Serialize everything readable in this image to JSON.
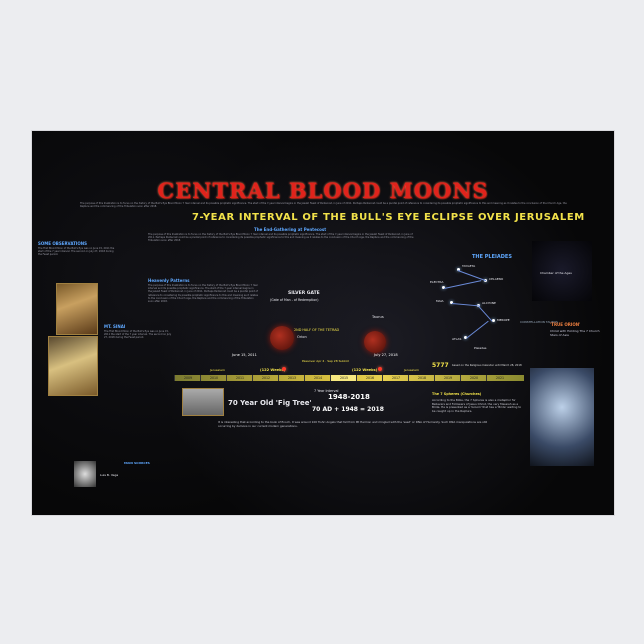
{
  "title": "CENTRAL BLOOD MOONS",
  "subtitle": "7-YEAR INTERVAL OF THE BULL'S EYE ECLIPSE OVER JERUSALEM",
  "intro_text": "The purpose of this illustration is to focus on the history of the Bull's Eye Blood Moon 7 Year interval and its possible prophetic significance. The start of the 7-year interval begins in the Jewish Feast of Pentecost, in June of 2011. Perhaps Pentecost could be a pivotal point of reference to considering its possible prophetic significance to this and meaning as it relates to the conclusion of the Church Age, the Rapture and the commencing of the Tribulation soon after 2018.",
  "sections": {
    "end_gathering": "The End-Gathering at Pentecost",
    "pleiades": "THE PLEIADES",
    "some_observations": "SOME OBSERVATIONS",
    "heavenly_patterns": "Heavenly Patterns",
    "mt_sinai": "MT. SINAI",
    "silver_gate": "SILVER GATE",
    "silver_gate_sub": "(Gate of Man - of Redemption)",
    "second_half": "2ND HALF OF THE TETRAD",
    "seven_spheres": "The 7 Spheres (Churches)",
    "main_sources": "MAIN SOURCES",
    "true_orion": "'TRUE ORION'",
    "true_orion_sub": "Christ with Holding The 7 Church Stars of Asia",
    "chamber_label": "Chamber of the Ages"
  },
  "pleiades_stars": [
    "TAYGETA",
    "ELECTRA",
    "CELAENO",
    "MAIA",
    "ALCYONE",
    "MEROPE",
    "ATLAS",
    "Pleiades"
  ],
  "sky_labels": {
    "taurus": "Taurus",
    "orion": "Orion",
    "constellation_taurus": "CONSTELLATION TAURUS"
  },
  "dates": {
    "left": "June 15, 2011",
    "right": "July 27, 2018",
    "passover": "Passover Apr 4 · Sep 28 Sukkot",
    "year_5777": "5777",
    "year_5777_note": "based on the Religious Calendar until March 28, 2018",
    "jerusalem_left": "Jerusalem",
    "jerusalem_right": "Jerusalem"
  },
  "weeks": [
    "(122 Weeks)",
    "(122 Weeks)"
  ],
  "timeline_years": [
    "2009",
    "2010",
    "2011",
    "2012",
    "2013",
    "2014",
    "2015",
    "2016",
    "2017",
    "2018",
    "2019",
    "2020",
    "2021"
  ],
  "interval_label": "7 Year Interval",
  "fig_tree": "70 Year Old 'Fig Tree'",
  "fig_years": "1948-2018",
  "fig_sum": "70 AD + 1948 = 2018",
  "credit": "Luis B. Vega",
  "lower_left_text": "It is interesting that according to the book of Enoch, it was around 100 Tishri Angels that fell from Mt Hermon and mingled with the 'seed' or DNA of Humanity. Such DNA manipulations are still occurring by demons in our current modern generations.",
  "lower_right_text": "According to the Bible, the 7 Spheres is also a metaphor for Believers and Followers of Jesus Christ, the very Messiah as a Bride. He is presented as a 'Groom' that has a 'Bride' waiting to be caught up in the Rapture.",
  "left_notes": "The First Blood Moon of the Bull's Eye was on June 15, 2011 the start of the 7 year interval. The second on July 27, 2018 during the Feast period."
}
